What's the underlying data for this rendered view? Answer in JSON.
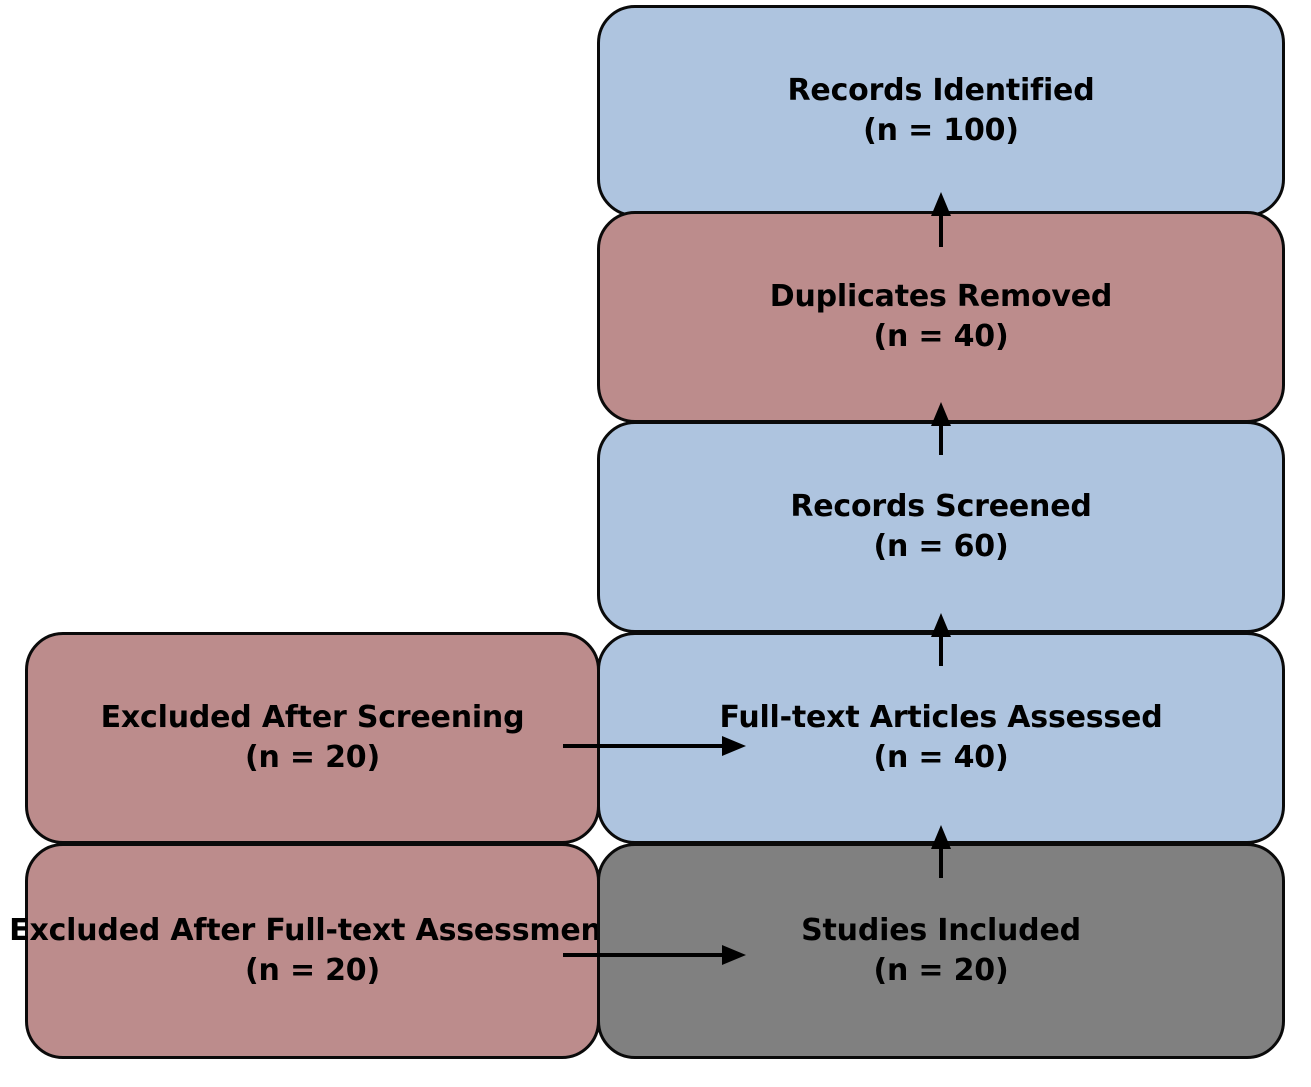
{
  "diagram": {
    "type": "prisma-flow-diagram",
    "title": "",
    "orientation": "bottom-to-top",
    "colors": {
      "blue": "#aec4df",
      "pink": "#bc8c8c",
      "gray": "#808080",
      "outline": "#000000",
      "background": "#ffffff"
    },
    "nodes": [
      {
        "id": "records-identified",
        "label": "Records Identified",
        "count_text": "(n = 100)",
        "n": 100,
        "color": "blue"
      },
      {
        "id": "duplicates-removed",
        "label": "Duplicates Removed",
        "count_text": "(n = 40)",
        "n": 40,
        "color": "pink"
      },
      {
        "id": "records-screened",
        "label": "Records Screened",
        "count_text": "(n = 60)",
        "n": 60,
        "color": "blue"
      },
      {
        "id": "excluded-after-screening",
        "label": "Excluded After Screening",
        "count_text": "(n = 20)",
        "n": 20,
        "color": "pink"
      },
      {
        "id": "fulltext-articles-assessed",
        "label": "Full-text Articles Assessed",
        "count_text": "(n = 40)",
        "n": 40,
        "color": "blue"
      },
      {
        "id": "excluded-after-fulltext",
        "label": "Excluded After Full-text Assessment",
        "count_text": "(n = 20)",
        "n": 20,
        "color": "pink"
      },
      {
        "id": "studies-included",
        "label": "Studies Included",
        "count_text": "(n = 20)",
        "n": 20,
        "color": "gray"
      }
    ],
    "edges": [
      {
        "id": "edge-duplicates-to-identified",
        "from": "duplicates-removed",
        "to": "records-identified",
        "direction": "up"
      },
      {
        "id": "edge-screened-to-duplicates",
        "from": "records-screened",
        "to": "duplicates-removed",
        "direction": "up"
      },
      {
        "id": "edge-fulltext-to-screened",
        "from": "fulltext-articles-assessed",
        "to": "records-screened",
        "direction": "up"
      },
      {
        "id": "edge-excluded-screening-to-fulltext",
        "from": "excluded-after-screening",
        "to": "fulltext-articles-assessed",
        "direction": "right"
      },
      {
        "id": "edge-included-to-fulltext",
        "from": "studies-included",
        "to": "fulltext-articles-assessed",
        "direction": "up"
      },
      {
        "id": "edge-excluded-fulltext-to-included",
        "from": "excluded-after-fulltext",
        "to": "studies-included",
        "direction": "right"
      }
    ]
  }
}
